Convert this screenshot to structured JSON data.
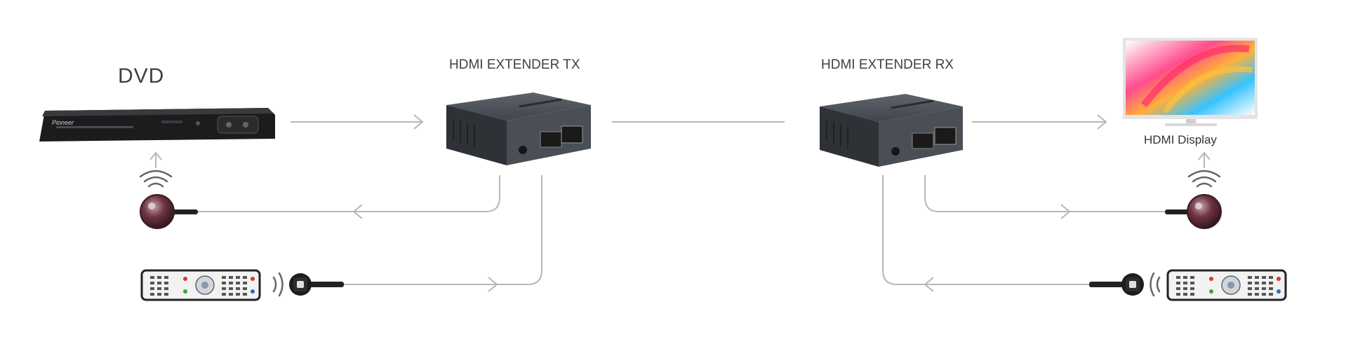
{
  "labels": {
    "dvd": "DVD",
    "tx": "HDMI EXTENDER TX",
    "rx": "HDMI EXTENDER RX",
    "display": "HDMI Display",
    "dvd_brand": "Pioneer"
  },
  "colors": {
    "line": "#b7b7b7",
    "device_body": "#4a4e55",
    "device_dark": "#2e3237",
    "dvd_body": "#1c1c1e",
    "ir_eye": "#5a2a35",
    "remote_body": "#f2f2f2",
    "text": "#404040"
  },
  "icons": [
    "dvd-player",
    "hdmi-extender-tx",
    "hdmi-extender-rx",
    "hdmi-display",
    "ir-receiver-eye",
    "ir-emitter",
    "remote-control",
    "wireless-signal",
    "arrow"
  ]
}
